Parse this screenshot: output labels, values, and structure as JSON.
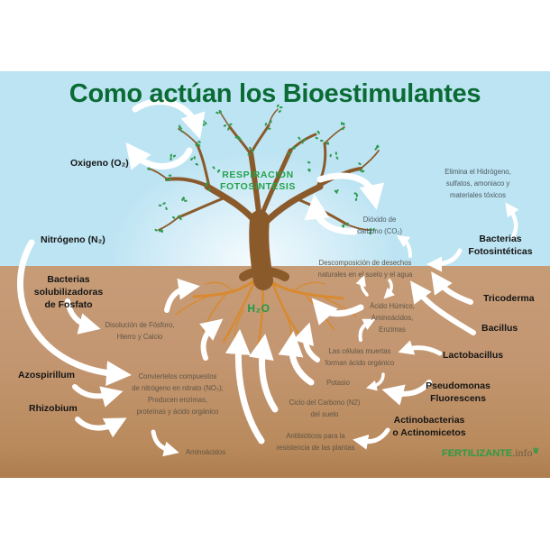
{
  "title": "Como actúan los Bioestimulantes",
  "colors": {
    "title_green": "#0b6b34",
    "sky_blue": "#bde4f3",
    "soil_brown": "#c39671",
    "trunk_brown": "#8a5a2b",
    "root_orange": "#d9892e",
    "leaf_green": "#2e9b4f",
    "arrow_white": "#ffffff"
  },
  "tree": {
    "canopy_label_line1": "RESPIRACION",
    "canopy_label_line2": "FOTOSINTESIS",
    "root_label": "H₂O"
  },
  "organisms": {
    "oxigeno": "Oxigeno (O₂)",
    "nitrogeno": "Nitrógeno (N₂)",
    "bacterias_fosfato": [
      "Bacterias",
      "solubilizadoras",
      "de Fosfato"
    ],
    "azospirillum": "Azospirillum",
    "rhizobium": "Rhizobium",
    "bacterias_fotosinteticas": [
      "Bacterias",
      "Fotosintéticas"
    ],
    "tricoderma": "Tricoderma",
    "bacillus": "Bacillus",
    "lactobacillus": "Lactobacillus",
    "pseudomonas": [
      "Pseudomonas",
      "Fluorescens"
    ],
    "actinobacterias": [
      "Actinobacterias",
      "o Actinomicetos"
    ]
  },
  "effects": {
    "dioxido": [
      "Dióxido de",
      "carbono (CO₂)"
    ],
    "elimina": [
      "Elimina el Hidrógeno,",
      "sulfatos, amoniaco y",
      "materiales tóxicos"
    ],
    "descomposicion": [
      "Descomposición de desechos",
      "naturales en el suelo y el agua"
    ],
    "acido_humico": [
      "Ácido Húmico,",
      "Aminoácidos,",
      "Enzimas"
    ],
    "celulas": [
      "Las células muertas",
      "forman ácido orgánico"
    ],
    "potasio": "Potasio",
    "ciclo_carbono": [
      "Ciclo del Carbono (N2)",
      "del suelo"
    ],
    "antibioticos": [
      "Antibióticos para la",
      "resistencia de las plantas"
    ],
    "disolucion": [
      "Disolución de Fósforo,",
      "Hierro y Calcio"
    ],
    "convierte": [
      "Conviertelos compuestos",
      "de nitrógeno en nitrato (NO₃);",
      "Producen enzimas,",
      "proteínas y ácido orgánico"
    ],
    "aminoacidos": "Aminoácidos"
  },
  "logo": {
    "brand": "FERTILIZANTE",
    "suffix": ".info"
  }
}
